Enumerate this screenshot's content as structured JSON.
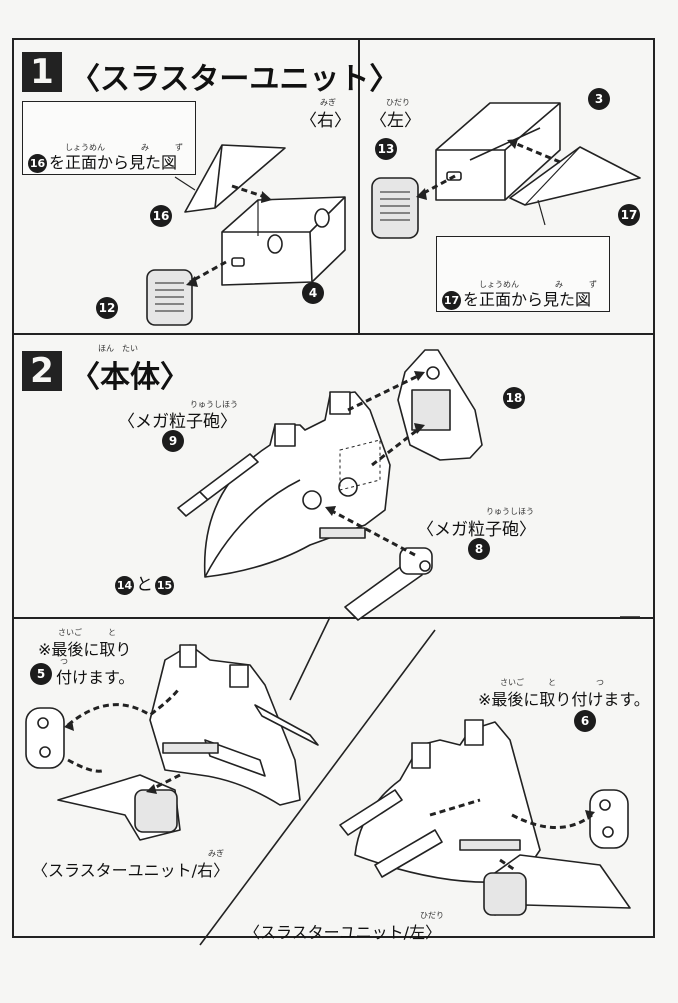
{
  "step1": {
    "number": "1",
    "title": "〈スラスターユニット〉",
    "right_side": {
      "label": "〈右〉",
      "ruby": "みぎ",
      "callout_part": "16",
      "callout_text": "を正面から見た図",
      "callout_ruby_front": "しょうめん",
      "callout_ruby_see": "み",
      "callout_ruby_fig": "ず",
      "parts": [
        "16",
        "4",
        "12"
      ]
    },
    "left_side": {
      "label": "〈左〉",
      "ruby": "ひだり",
      "callout_part": "17",
      "callout_text": "を正面から見た図",
      "callout_ruby_front": "しょうめん",
      "callout_ruby_see": "み",
      "callout_ruby_fig": "ず",
      "parts": [
        "3",
        "13",
        "17"
      ]
    }
  },
  "step2": {
    "number": "2",
    "title": "〈本体〉",
    "title_ruby": "ほん　たい",
    "mega_cannon_label": "〈メガ粒子砲〉",
    "mega_cannon_ruby": "りゅうしほう",
    "part_9": "9",
    "part_8": "8",
    "part_18": "18",
    "part_14": "14",
    "part_15": "15",
    "and_text": "と"
  },
  "step3": {
    "note_left_line1": "※最後に取り",
    "note_left_line2": "付けます。",
    "note_ruby_last": "さいご",
    "note_ruby_take": "と",
    "note_ruby_attach": "つ",
    "note_right": "※最後に取り付けます。",
    "part_5": "5",
    "part_6": "6",
    "unit_right_label": "〈スラスターユニット/右〉",
    "unit_right_ruby": "みぎ",
    "unit_left_label": "〈スラスターユニット/左〉",
    "unit_left_ruby": "ひだり"
  },
  "colors": {
    "ink": "#1a1a1a",
    "paper": "#f6f6f4",
    "tone": "#d9d9d9"
  }
}
